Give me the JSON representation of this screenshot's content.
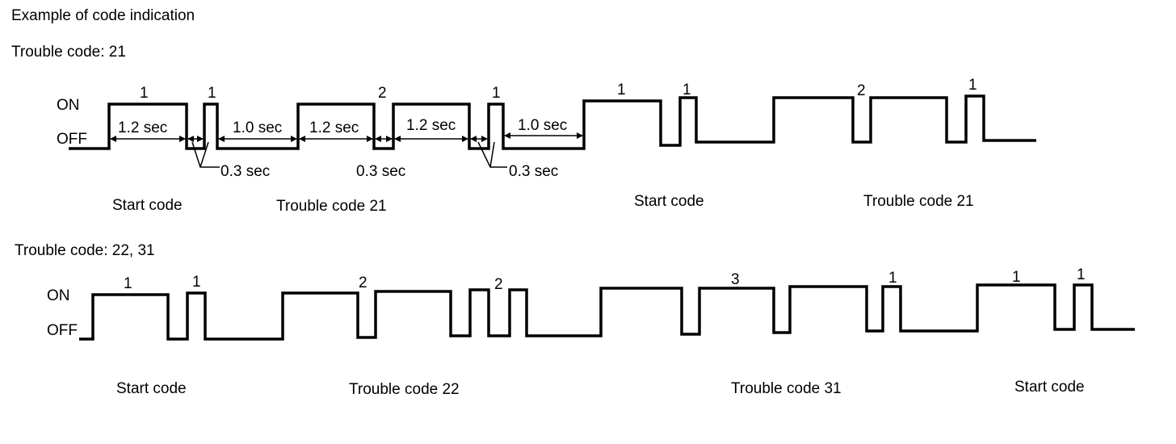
{
  "page_title": "Example of code indication",
  "axis_labels": {
    "on": "ON",
    "off": "OFF"
  },
  "section1": {
    "heading": "Trouble code: 21",
    "pulse_numbers": [
      "1",
      "1",
      "2",
      "1",
      "1",
      "1",
      "2",
      "1"
    ],
    "timing": {
      "t1": "1.2 sec",
      "t2": "1.0 sec",
      "t3": "1.2 sec",
      "t4": "1.2 sec",
      "t5": "1.0 sec",
      "s1": "0.3 sec",
      "s2": "0.3 sec",
      "s3": "0.3 sec"
    },
    "group_labels": [
      "Start code",
      "Trouble code 21",
      "Start code",
      "Trouble code 21"
    ]
  },
  "section2": {
    "heading": "Trouble code: 22, 31",
    "pulse_numbers": [
      "1",
      "1",
      "2",
      "2",
      "3",
      "1",
      "1",
      "1"
    ],
    "group_labels": [
      "Start code",
      "Trouble code 22",
      "Trouble code 31",
      "Start code"
    ]
  }
}
